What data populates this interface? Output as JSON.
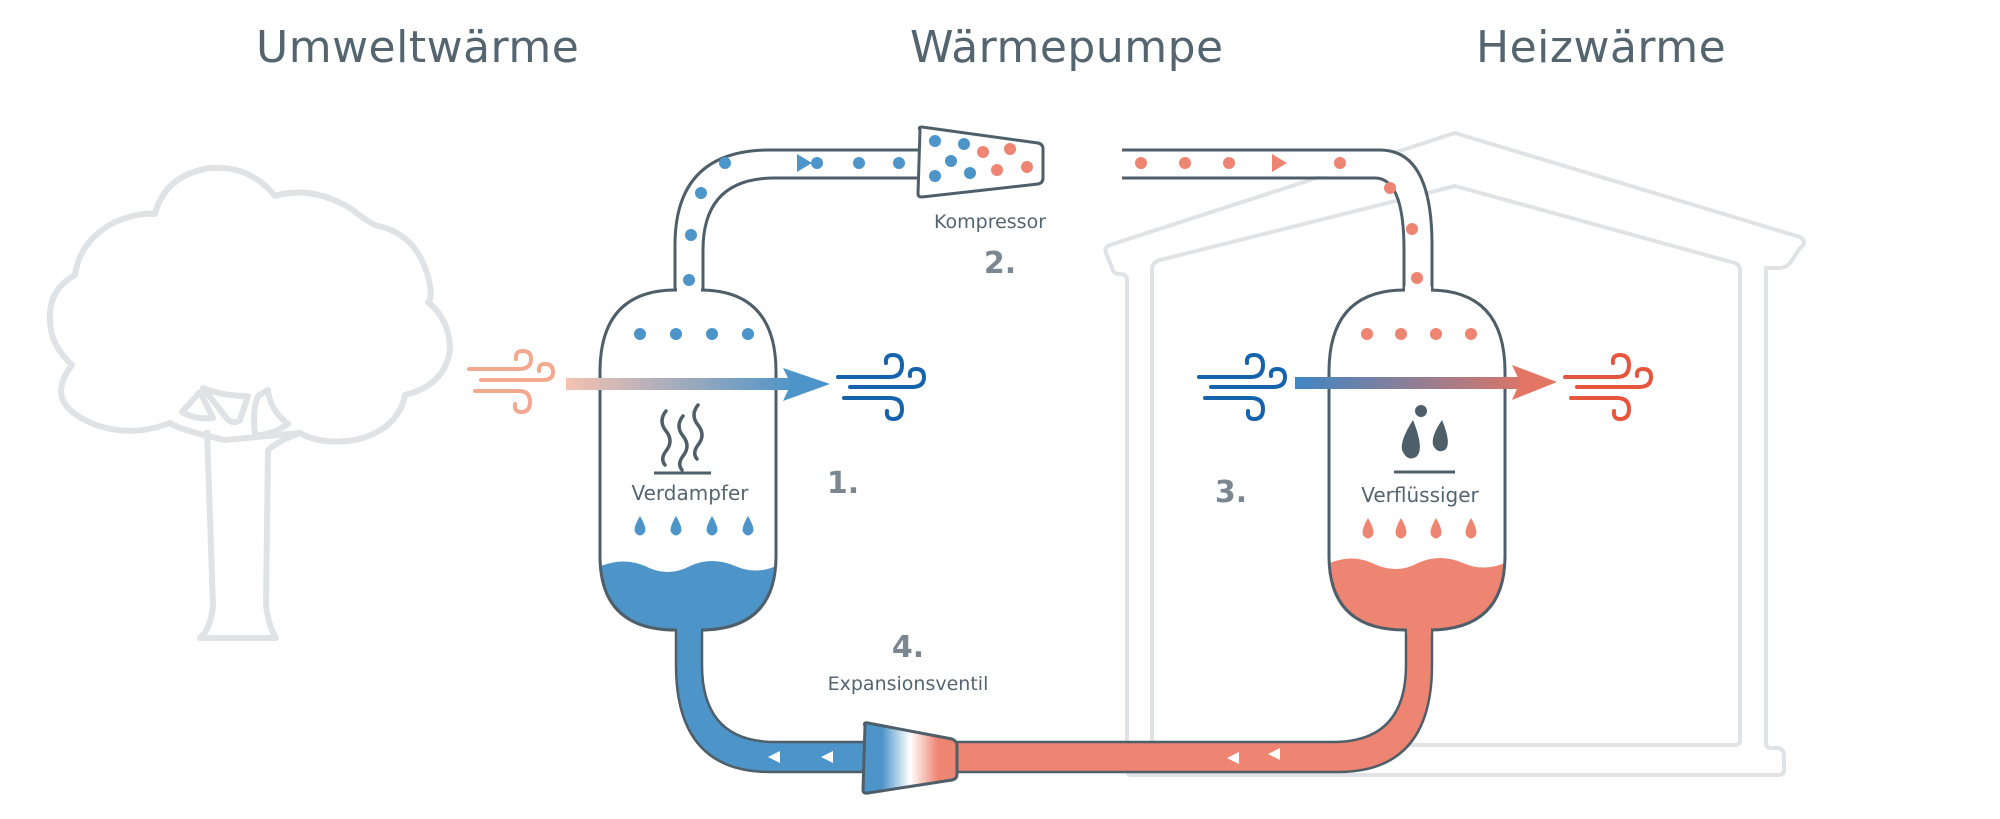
{
  "titles": {
    "left": "Umweltwärme",
    "center": "Wärmepumpe",
    "right": "Heizwärme"
  },
  "components": {
    "evaporator": {
      "label": "Verdampfer",
      "step": "1."
    },
    "compressor": {
      "label": "Kompressor",
      "step": "2."
    },
    "condenser": {
      "label": "Verflüssiger",
      "step": "3."
    },
    "expansion_valve": {
      "label": "Expansionsventil",
      "step": "4."
    }
  },
  "colors": {
    "cold": "#4d94c9",
    "warm": "#ee8472",
    "outline": "#4f5f69",
    "background_art": "#dfe3e6",
    "wind_cold": "#1663ad",
    "wind_warm_out": "#e6553d",
    "wind_warm_in": "#f2a98f",
    "text": "#546570",
    "step_number": "#7b8790"
  },
  "icons": {
    "background_left": "tree-icon",
    "background_right": "house-icon",
    "evaporator_symbol": "steam-icon",
    "condenser_symbol": "droplets-icon",
    "air_flow": "wind-icon"
  }
}
